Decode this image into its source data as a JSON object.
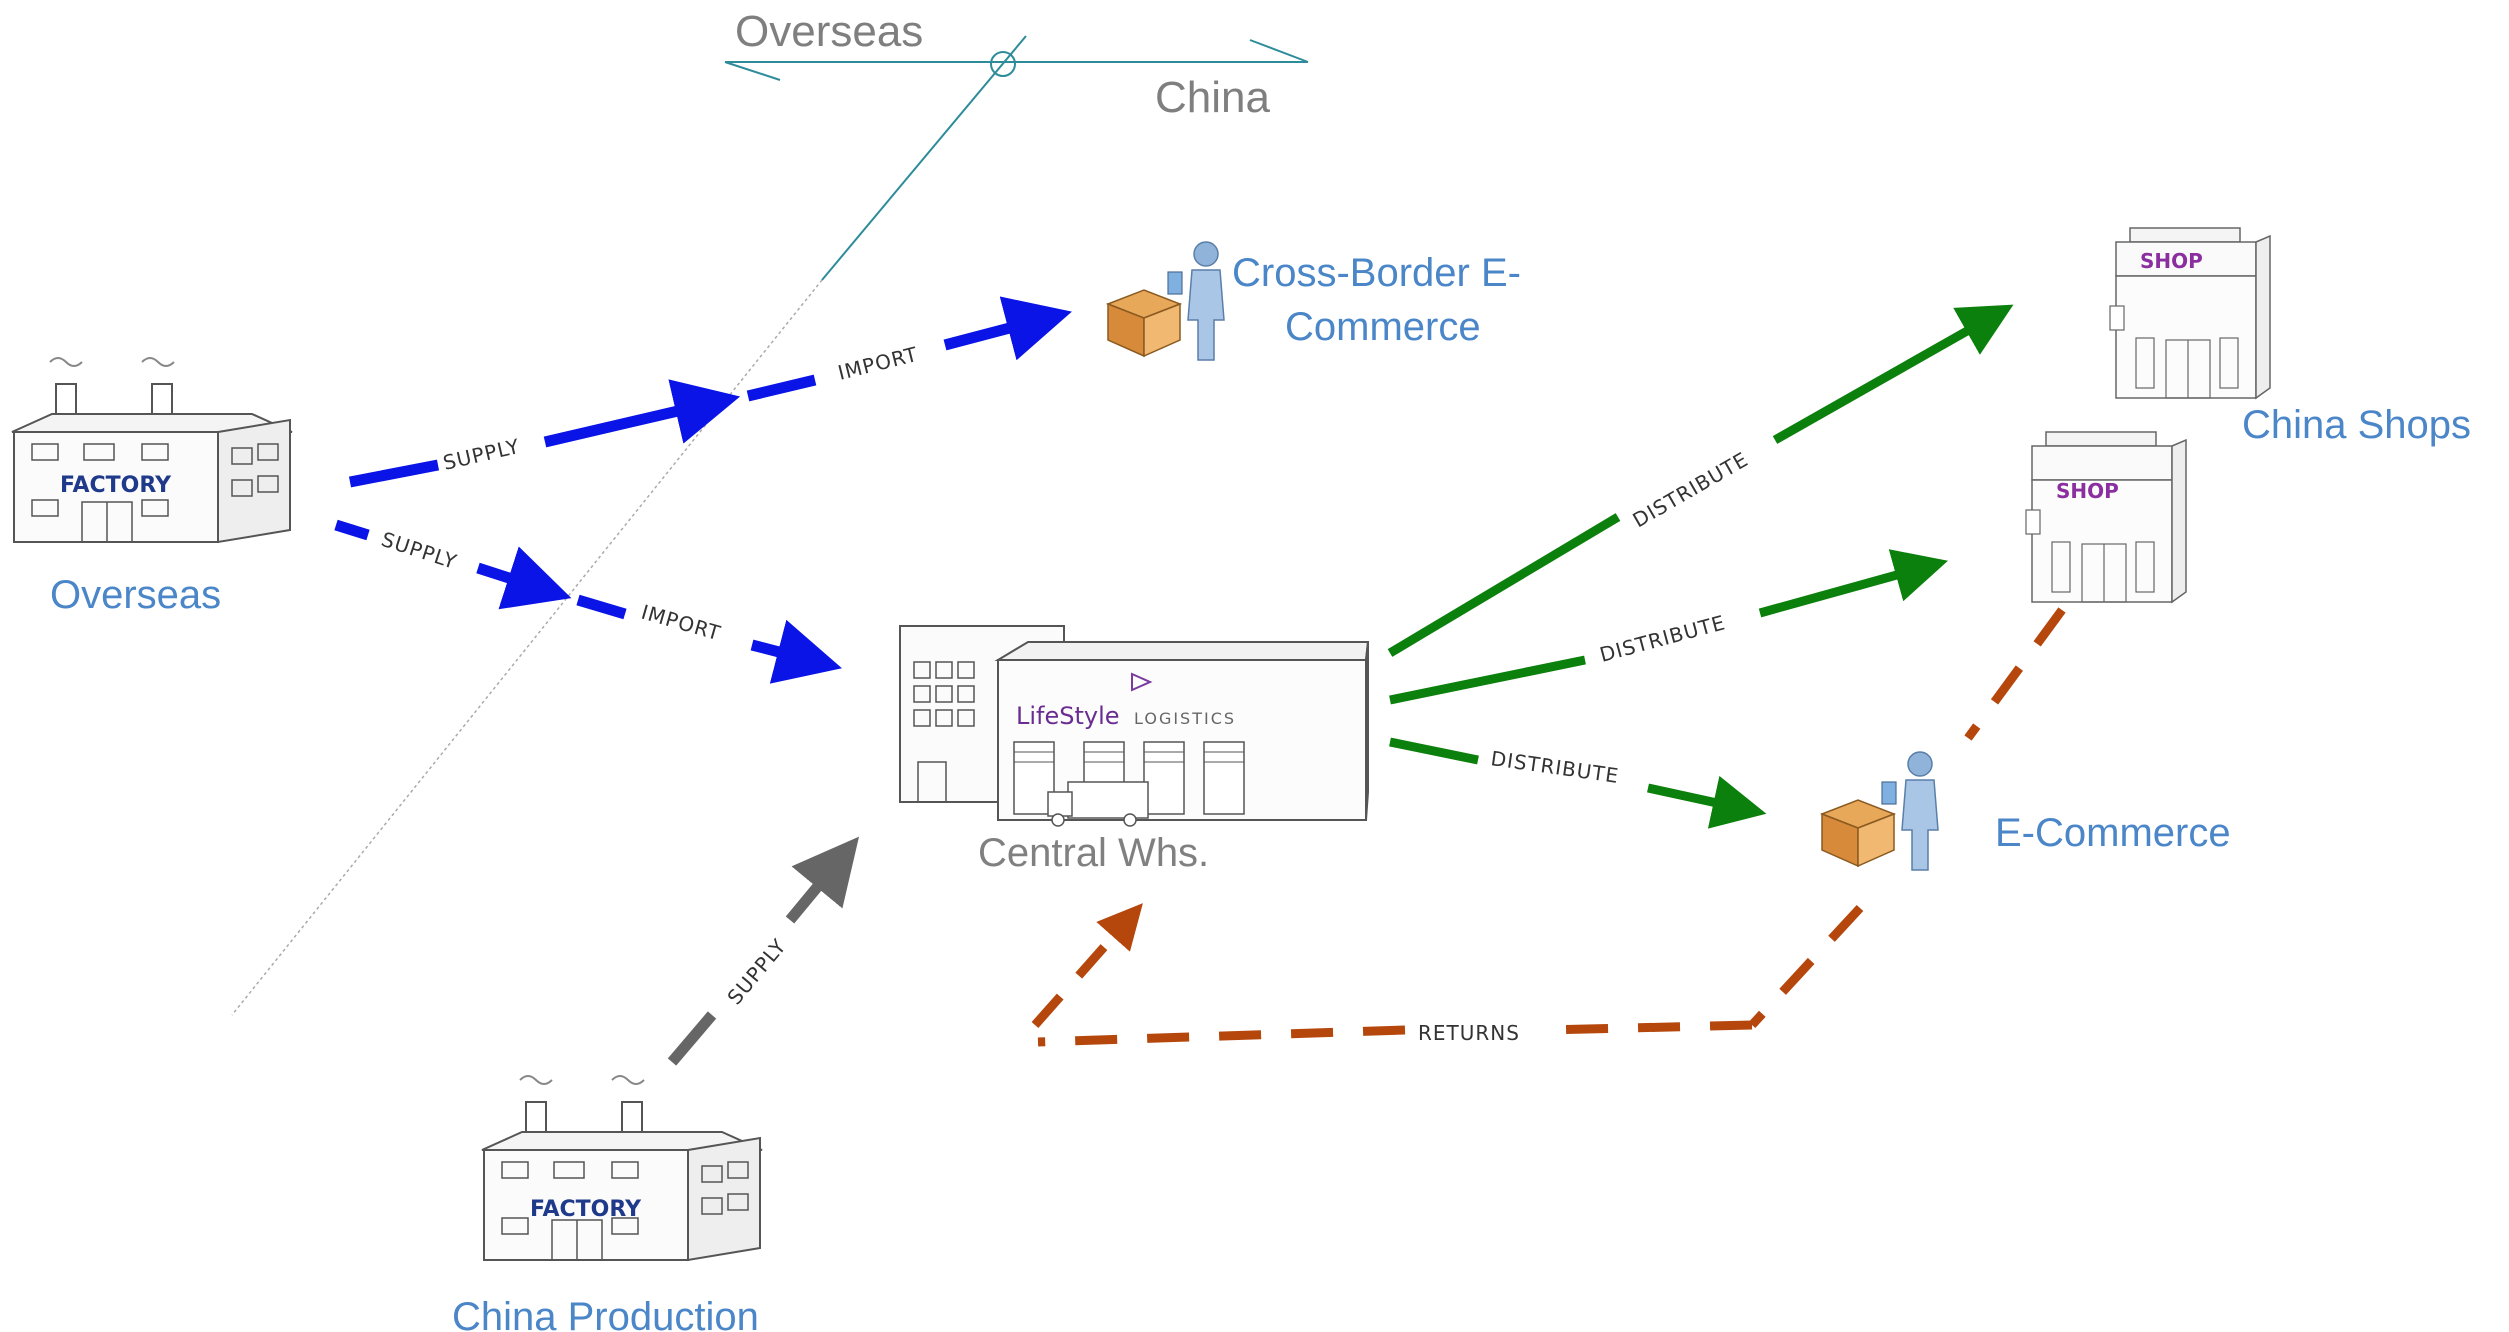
{
  "colors": {
    "import": "#0a14e6",
    "distribute": "#0c800c",
    "supply_china": "#666666",
    "returns": "#b5470d",
    "border": "#2e8c9a",
    "label_blue": "#4a86c8"
  },
  "border": {
    "overseas": "Overseas",
    "china": "China"
  },
  "nodes": {
    "overseas_factory": {
      "sign": "FACTORY",
      "label": "Overseas"
    },
    "china_factory": {
      "sign": "FACTORY",
      "label": "China Production"
    },
    "cross_border": {
      "label_line1": "Cross-Border E-",
      "label_line2": "Commerce"
    },
    "warehouse": {
      "brand_main": "LifeStyle",
      "brand_sub": "LOGISTICS",
      "label": "Central Whs."
    },
    "shop_top": {
      "sign": "SHOP"
    },
    "shop_mid": {
      "sign": "SHOP"
    },
    "shops_label": "China Shops",
    "ecommerce": {
      "label": "E-Commerce"
    }
  },
  "flows": {
    "supply_1": "SUPPLY",
    "import_1": "IMPORT",
    "supply_2": "SUPPLY",
    "import_2": "IMPORT",
    "supply_china": "SUPPLY",
    "distribute_1": "DISTRIBUTE",
    "distribute_2": "DISTRIBUTE",
    "distribute_3": "DISTRIBUTE",
    "returns": "RETURNS"
  }
}
